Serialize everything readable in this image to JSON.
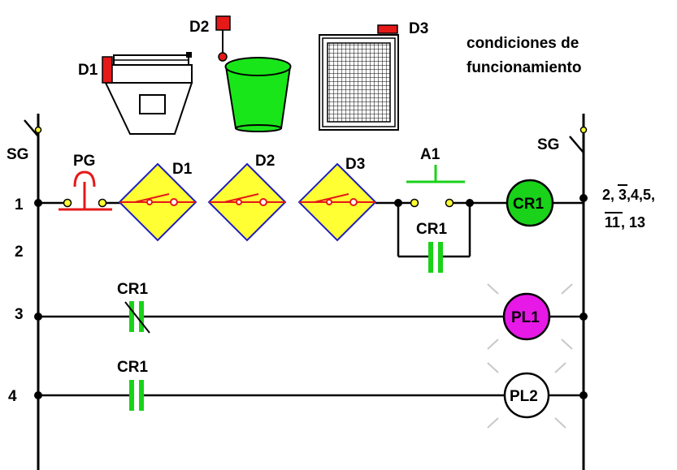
{
  "title": {
    "line1": "condiciones de",
    "line2": "funcionamiento"
  },
  "devices": {
    "d1": "D1",
    "d2": "D2",
    "d3": "D3"
  },
  "supply": {
    "left": "SG",
    "right": "SG"
  },
  "rungs": [
    "1",
    "2",
    "3",
    "4"
  ],
  "components": {
    "pg": "PG",
    "d1_switch": "D1",
    "d2_switch": "D2",
    "d3_switch": "D3",
    "a1": "A1",
    "cr1_seal": "CR1",
    "cr1_coil": "CR1",
    "cr1_rung3": "CR1",
    "cr1_rung4": "CR1",
    "pl1": "PL1",
    "pl2": "PL2"
  },
  "cross_refs": {
    "line1_a": "2,",
    "line1_b": "3",
    "line1_c": ",4,5,",
    "line2_a": "11",
    "line2_b": ", 13"
  },
  "colors": {
    "rail": "#000000",
    "wire": "#000000",
    "switch_fill": "#ffff33",
    "switch_border": "#1f1fbf",
    "contact_red": "#e51919",
    "coil_green": "#19d219",
    "pilot_on": "#e619e6",
    "bin_green": "#19e619",
    "sensor_red": "#e61919",
    "glow": "#c8c8c8"
  }
}
